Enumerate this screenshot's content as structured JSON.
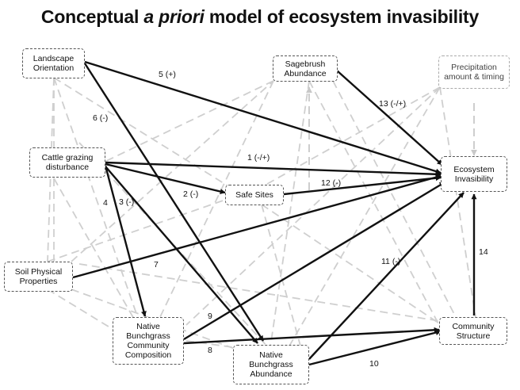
{
  "title": {
    "part1": "Conceptual ",
    "part2": "a priori",
    "part3": " model of ecosystem invasibility"
  },
  "nodes": {
    "landscape_orientation": "Landscape Orientation",
    "sagebrush_abundance": "Sagebrush Abundance",
    "precipitation": "Precipitation amount & timing",
    "cattle_grazing": "Cattle grazing disturbance",
    "safe_sites": "Safe Sites",
    "ecosystem_invasibility": "Ecosystem Invasibility",
    "soil_physical": "Soil Physical Properties",
    "native_bunchgrass_community": "Native Bunchgrass Community Composition",
    "native_bunchgrass_abundance": "Native Bunchgrass Abundance",
    "community_structure": "Community Structure"
  },
  "edge_labels": {
    "e1": "1 (-/+)",
    "e2": "2 (-)",
    "e3": "3 (-)",
    "e4": "4",
    "e5": "5 (+)",
    "e6": "6 (-)",
    "e7": "7",
    "e8": "8",
    "e9": "9",
    "e10": "10",
    "e11": "11 (-)",
    "e12": "12 (-)",
    "e13": "13 (-/+)",
    "e14": "14"
  }
}
